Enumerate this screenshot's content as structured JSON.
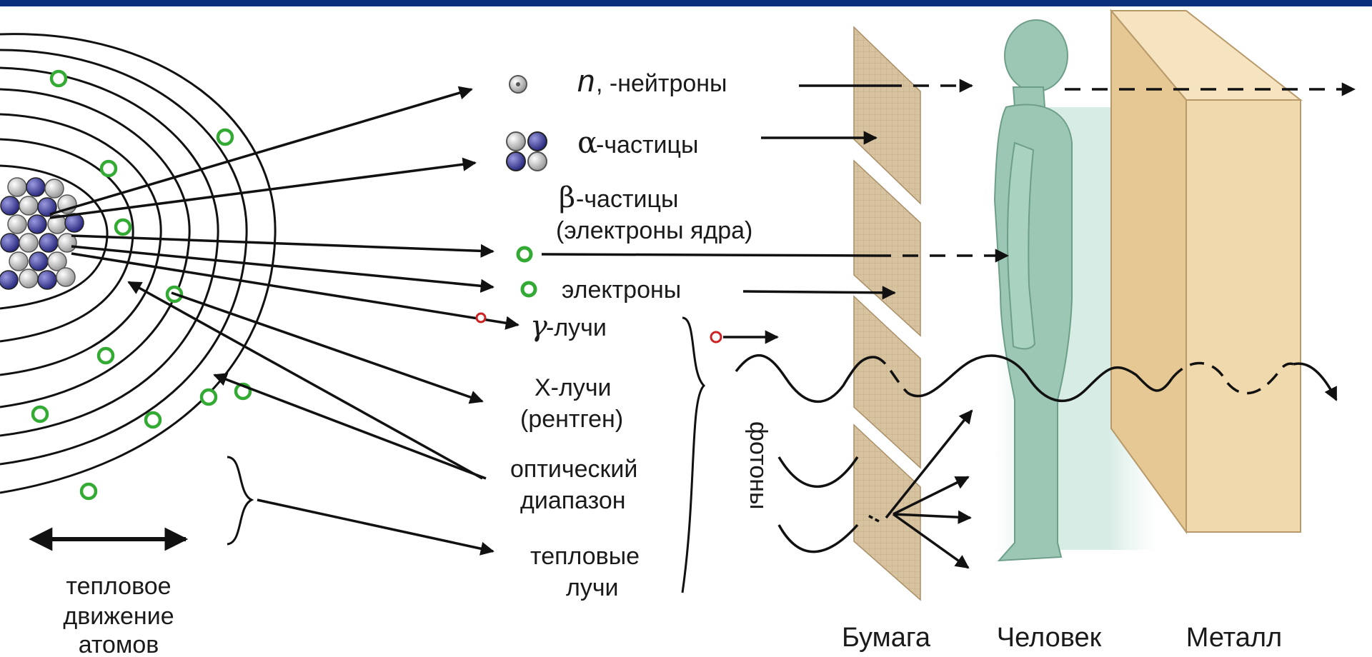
{
  "colors": {
    "top_bar": "#0b2f7a",
    "paper": "#d8c3a0",
    "metal_front": "#f1d9ae",
    "metal_side": "#e6c894",
    "metal_top": "#f6e3bf",
    "human": "#9cc7b4",
    "electron": "#33aa33",
    "proton": "#3a3aa0",
    "photon_dot": "#cc2222"
  },
  "labels": {
    "neutrons_symbol": "n",
    "neutrons": ", -нейтроны",
    "alpha_symbol": "α",
    "alpha": "-частицы",
    "beta_symbol": "β",
    "beta_line1": "-частицы",
    "beta_line2": "(электроны ядра)",
    "electrons": "электроны",
    "gamma_symbol": "γ",
    "gamma": "-лучи",
    "xray_line1": "Х-лучи",
    "xray_line2": "(рентген)",
    "optical_line1": "оптический",
    "optical_line2": "диапазон",
    "thermal_line1": "тепловые",
    "thermal_line2": "лучи",
    "photons": "фотоны",
    "thermal_motion_line1": "тепловое",
    "thermal_motion_line2": "движение",
    "thermal_motion_line3": "атомов",
    "paper": "Бумага",
    "human": "Человек",
    "metal": "Металл"
  }
}
